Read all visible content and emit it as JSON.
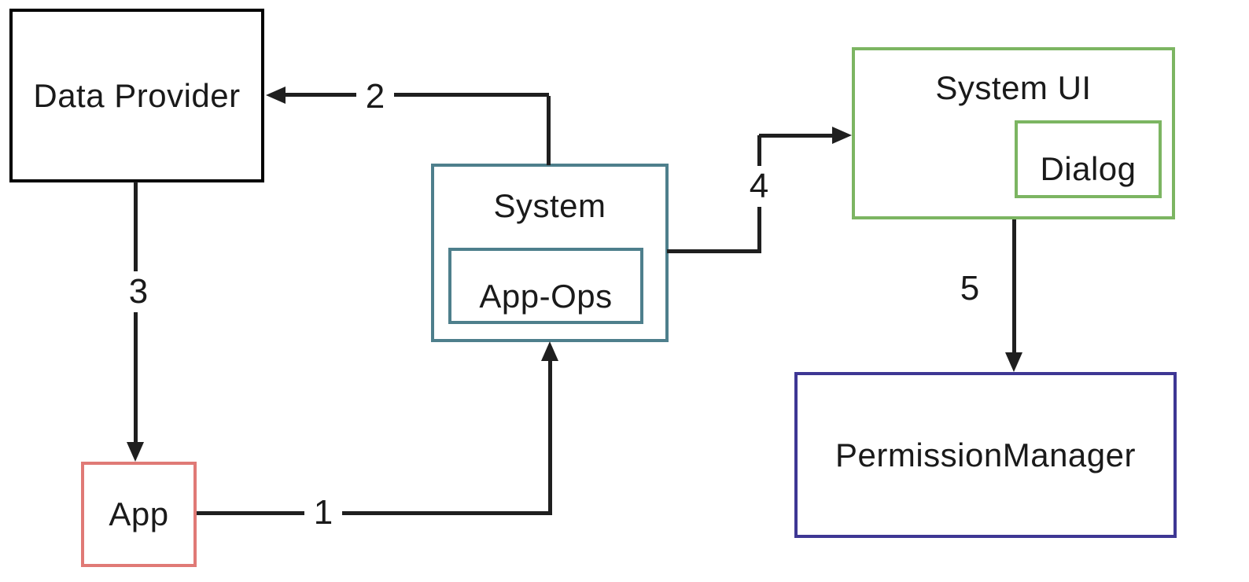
{
  "diagram": {
    "type": "flow-diagram",
    "background": "#ffffff",
    "line_color": "#1f1f1f",
    "text_color": "#1a1a1a",
    "nodes": {
      "data_provider": {
        "label": "Data Provider",
        "border_color": "#000000"
      },
      "system": {
        "label": "System",
        "border_color": "#4e7f8c"
      },
      "app_ops": {
        "label": "App-Ops",
        "border_color": "#4e7f8c",
        "parent": "System"
      },
      "system_ui": {
        "label": "System UI",
        "border_color": "#7cb562"
      },
      "dialog": {
        "label": "Dialog",
        "border_color": "#7cb562",
        "parent": "System UI"
      },
      "permission_manager": {
        "label": "PermissionManager",
        "border_color": "#3e3794"
      },
      "app": {
        "label": "App",
        "border_color": "#e07a76"
      }
    },
    "edges": [
      {
        "number": "1",
        "from": "App",
        "to": "System",
        "direction": "arrow points up into System bottom"
      },
      {
        "number": "2",
        "from": "System",
        "to": "Data Provider",
        "direction": "arrow points left into Data Provider right side"
      },
      {
        "number": "3",
        "from": "Data Provider",
        "to": "App",
        "direction": "arrow points down into App top"
      },
      {
        "number": "4",
        "from": "System",
        "to": "System UI",
        "direction": "arrow points right into System UI left side"
      },
      {
        "number": "5",
        "from": "System UI",
        "to": "PermissionManager",
        "direction": "arrow points down into PermissionManager top"
      }
    ]
  }
}
